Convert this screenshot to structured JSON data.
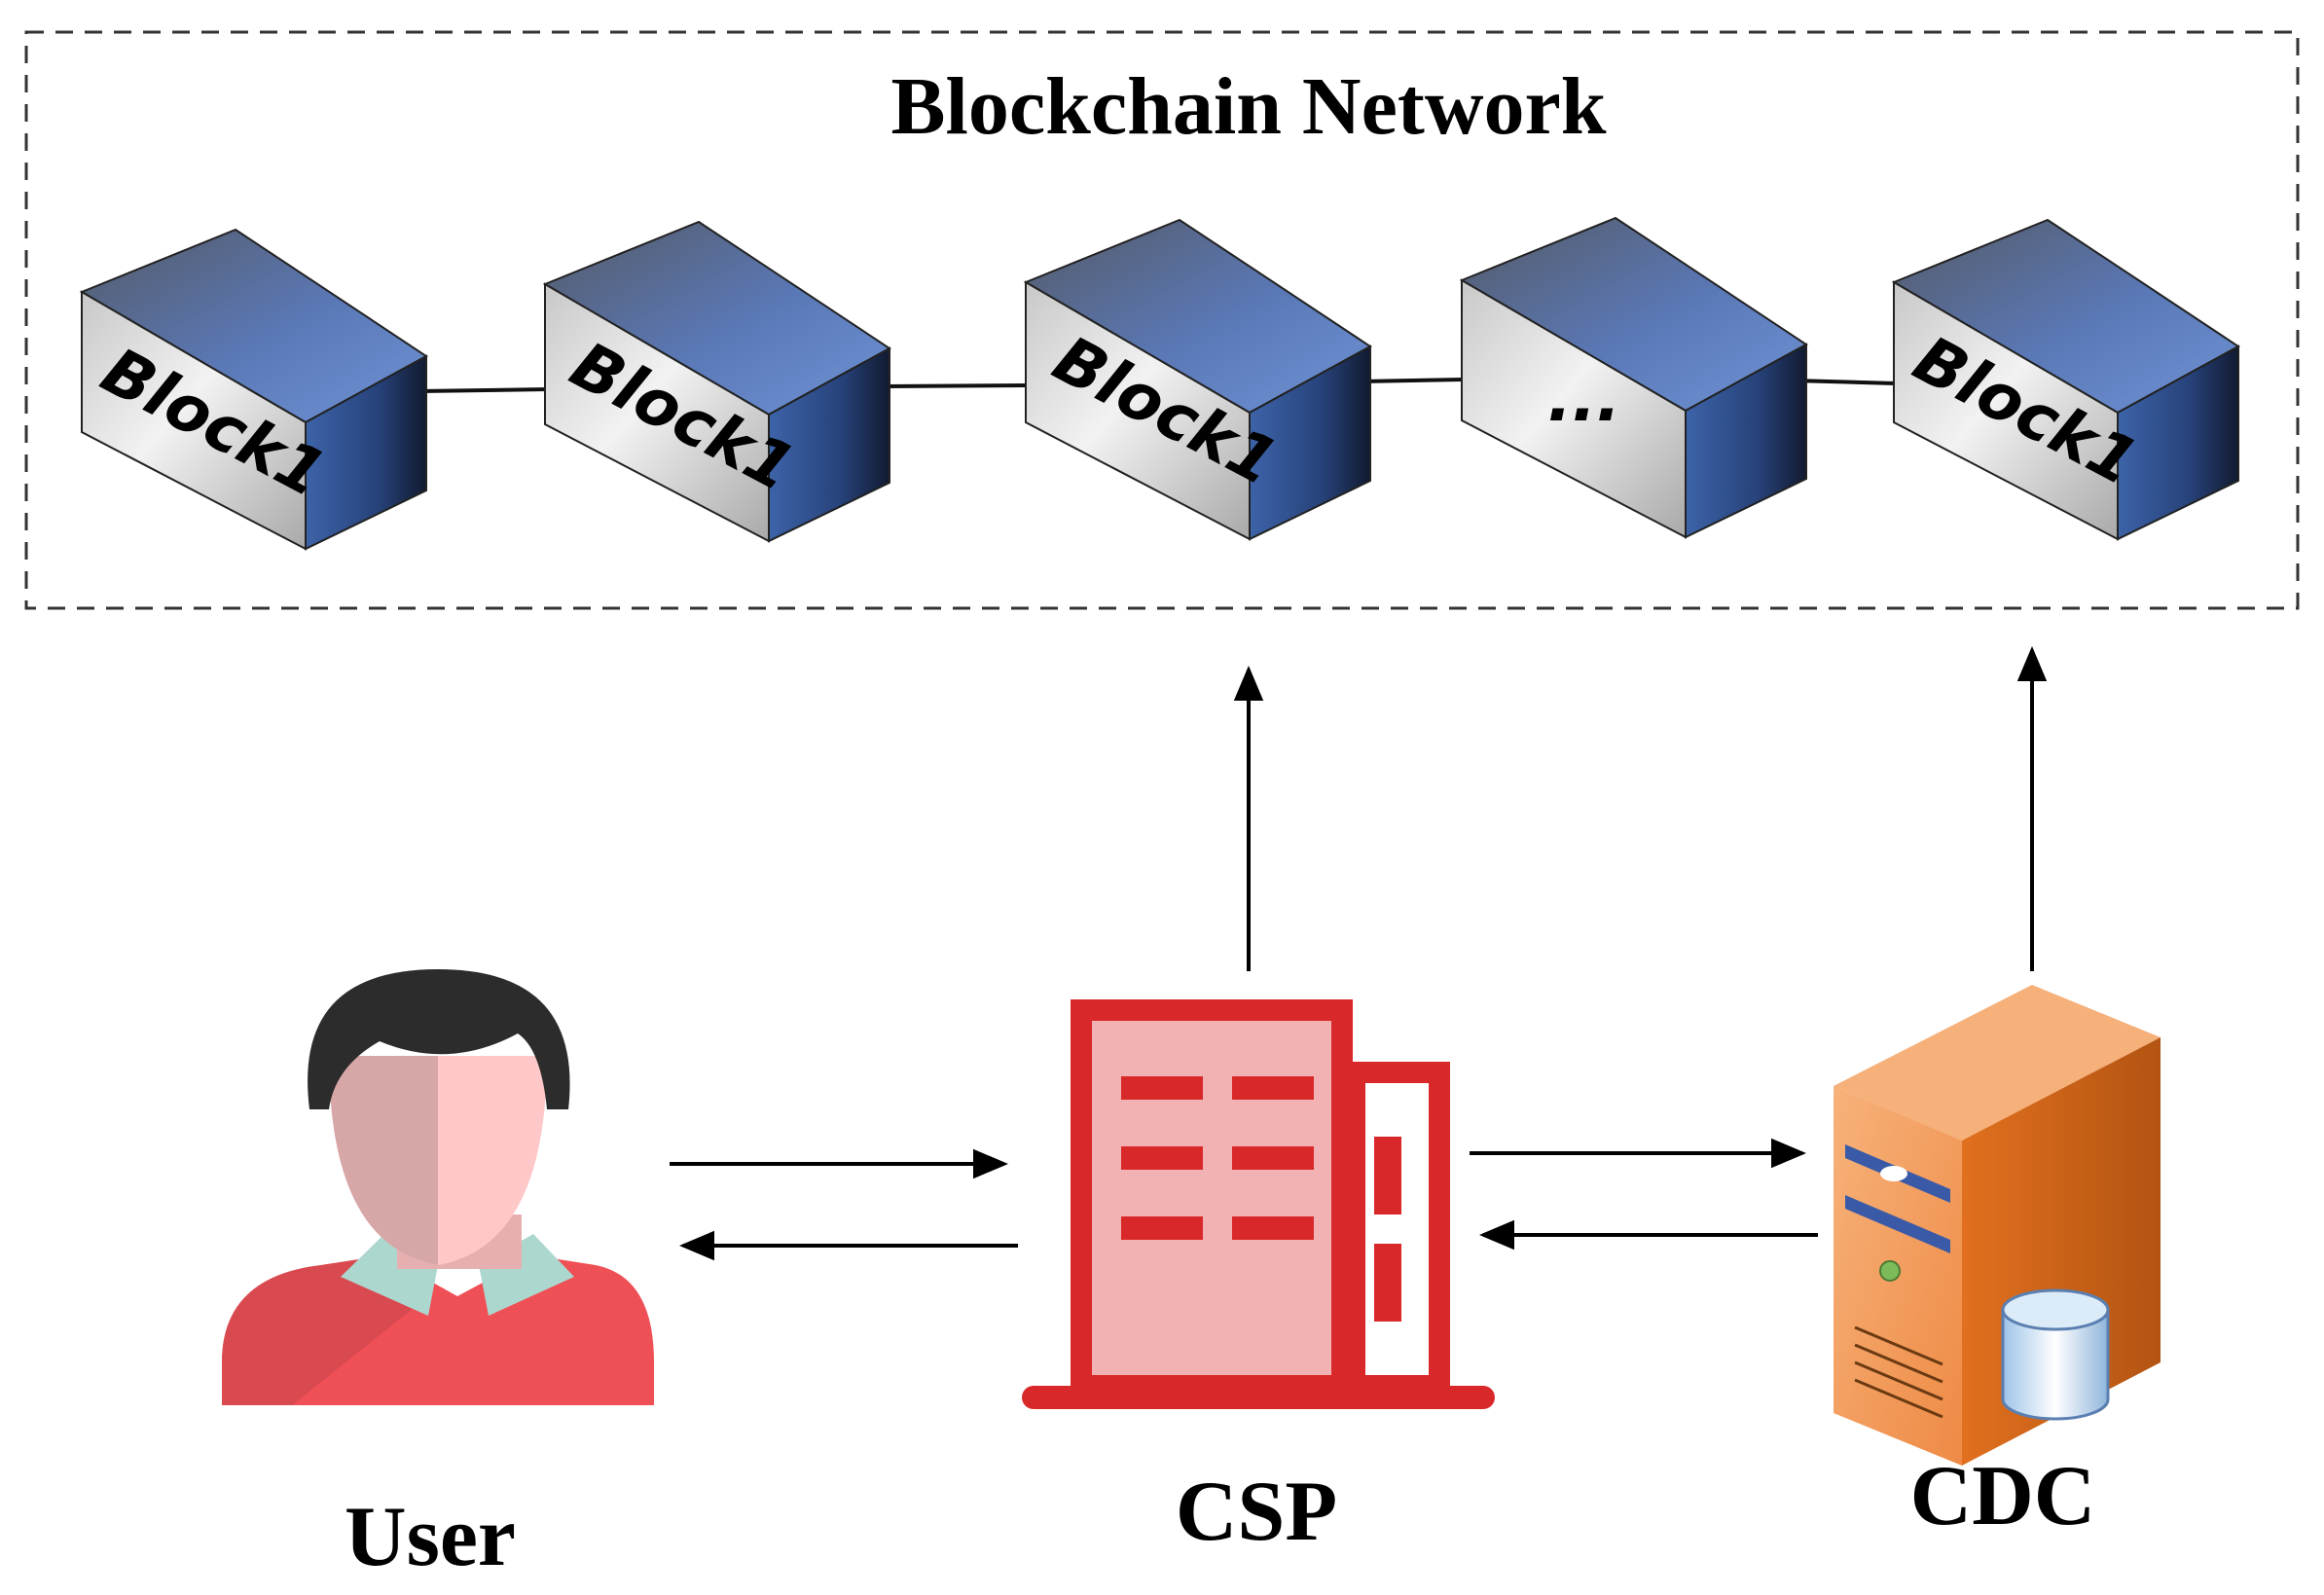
{
  "network": {
    "title": "Blockchain Network",
    "blocks": [
      {
        "label": "Block1"
      },
      {
        "label": "Block1"
      },
      {
        "label": "Block1"
      },
      {
        "label": "..."
      },
      {
        "label": "Block1"
      }
    ]
  },
  "actors": {
    "user": {
      "label": "User",
      "icon": "user-icon"
    },
    "csp": {
      "label": "CSP",
      "icon": "building-icon"
    },
    "cdc": {
      "label": "CDC",
      "icon": "server-database-icon"
    }
  },
  "colors": {
    "block_top": "#5f7fbf",
    "block_side": "#2f4a86",
    "block_front": "#d3d3d3",
    "csp_red": "#d9282a",
    "csp_fill": "#f2b1b3",
    "user_shirt": "#ef5056",
    "server_orange": "#f08a3c"
  }
}
